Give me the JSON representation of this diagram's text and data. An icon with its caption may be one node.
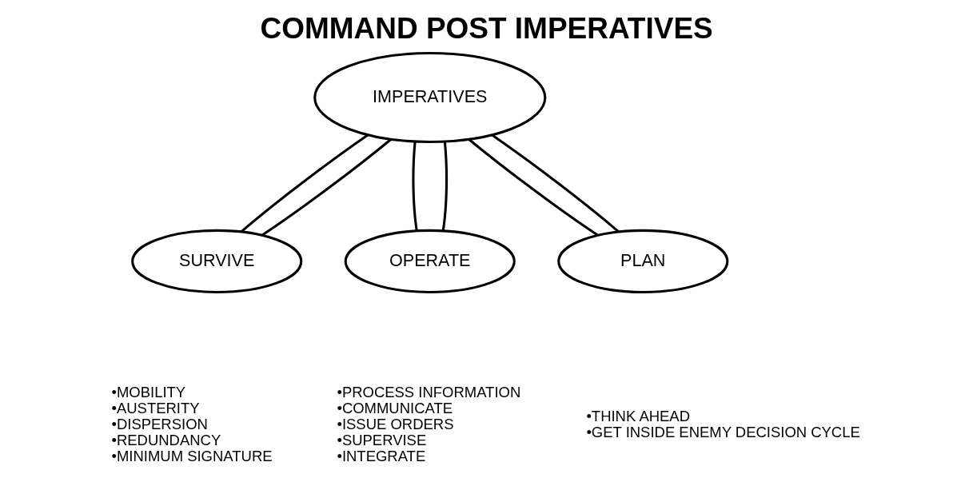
{
  "diagram": {
    "title": "COMMAND POST IMPERATIVES",
    "nodes": [
      {
        "text": [
          "IMPERATIVES"
        ]
      },
      {
        "text": [
          "SURVIVE"
        ],
        "beside": [
          "•MOBILITY",
          "•AUSTERITY",
          "•DISPERSION",
          "•REDUNDANCY",
          "•MINIMUM SIGNATURE"
        ]
      },
      {
        "text": [
          "OPERATE"
        ],
        "beside": [
          "•PROCESS INFORMATION",
          "•COMMUNICATE",
          "•ISSUE ORDERS",
          "•SUPERVISE",
          "•INTEGRATE"
        ]
      },
      {
        "text": [
          "PLAN"
        ],
        "beside": [
          "•THINK AHEAD",
          "•GET INSIDE ENEMY DECISION CYCLE"
        ]
      }
    ],
    "edges": [
      {
        "from": 0,
        "to": 1,
        "arrow": "none"
      },
      {
        "from": 0,
        "to": 1,
        "arrow": "none"
      },
      {
        "from": 0,
        "to": 2,
        "arrow": "none"
      },
      {
        "from": 0,
        "to": 2,
        "arrow": "none"
      },
      {
        "from": 0,
        "to": 3,
        "arrow": "none"
      },
      {
        "from": 0,
        "to": 3,
        "arrow": "none"
      }
    ]
  }
}
